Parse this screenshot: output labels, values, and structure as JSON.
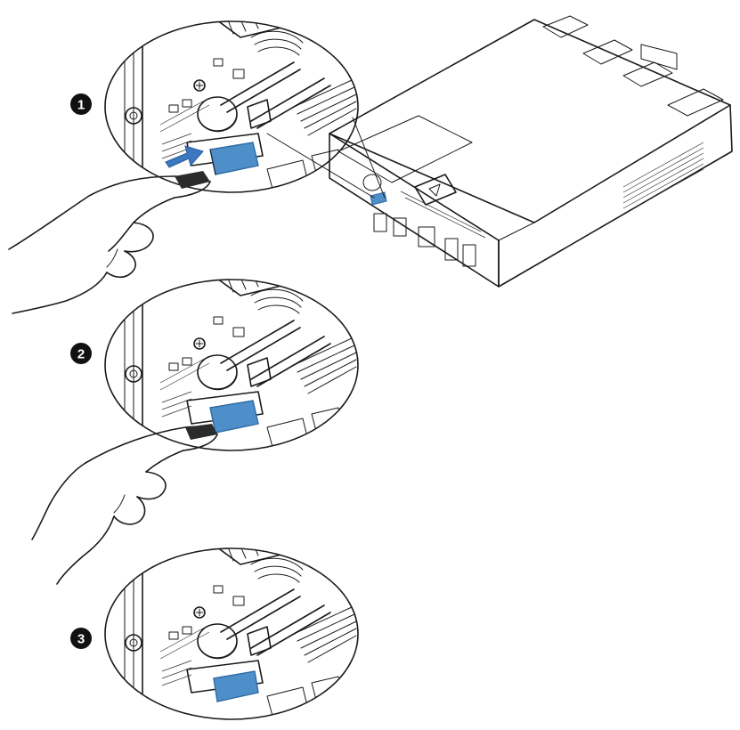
{
  "steps": [
    {
      "number": "1",
      "action": "insert"
    },
    {
      "number": "2",
      "action": "push"
    },
    {
      "number": "3",
      "action": "seated"
    }
  ],
  "colors": {
    "sd_card": "#4f8fc9",
    "sd_card_dark": "#2e6aa3",
    "arrow": "#3b78c0",
    "line": "#1a1a1a",
    "badge": "#111111"
  }
}
